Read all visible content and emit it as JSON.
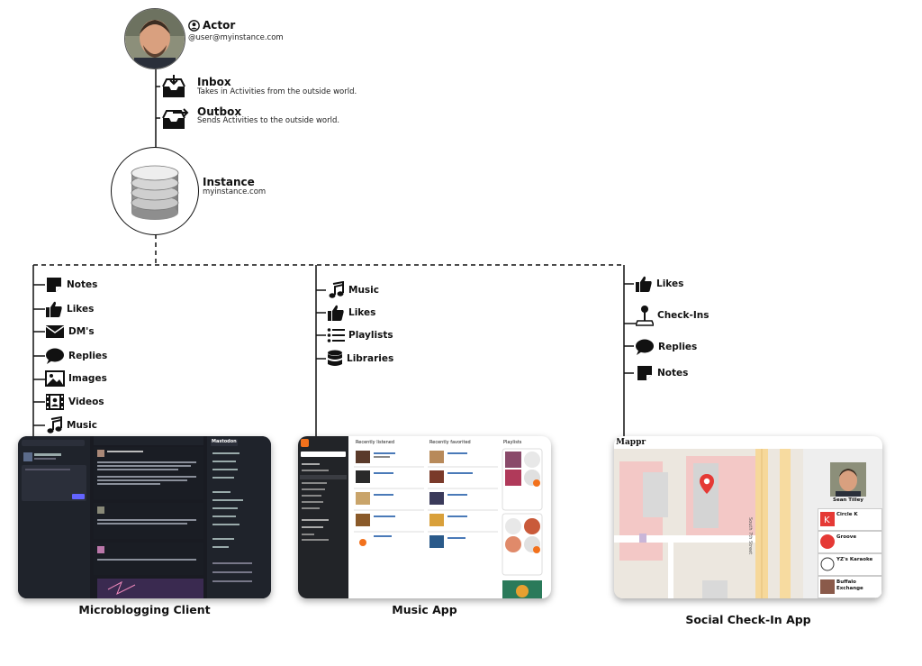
{
  "actor": {
    "title": "Actor",
    "handle": "@user@myinstance.com"
  },
  "inbox": {
    "title": "Inbox",
    "desc": "Takes in Activities from the outside world."
  },
  "outbox": {
    "title": "Outbox",
    "desc": "Sends Activities to the outside world."
  },
  "instance": {
    "title": "Instance",
    "domain": "myinstance.com"
  },
  "microblog": {
    "items": [
      "Notes",
      "Likes",
      "DM's",
      "Replies",
      "Images",
      "Videos",
      "Music"
    ],
    "caption": "Microblogging Client",
    "brand": "Mastodon"
  },
  "music": {
    "items": [
      "Music",
      "Likes",
      "Playlists",
      "Libraries"
    ],
    "caption": "Music App",
    "col_recently_listened": "Recently listened",
    "col_recently_favorited": "Recently favorited",
    "col_playlists": "Playlists"
  },
  "checkin": {
    "items": [
      "Likes",
      "Check-Ins",
      "Replies",
      "Notes"
    ],
    "caption": "Social Check-In App",
    "brand": "Mappr",
    "street": "South 7th Street",
    "profile_name": "Sean Tilley",
    "venues": [
      "Circle K",
      "Groove",
      "YZ's Karaoke",
      "Buffalo Exchange"
    ]
  }
}
